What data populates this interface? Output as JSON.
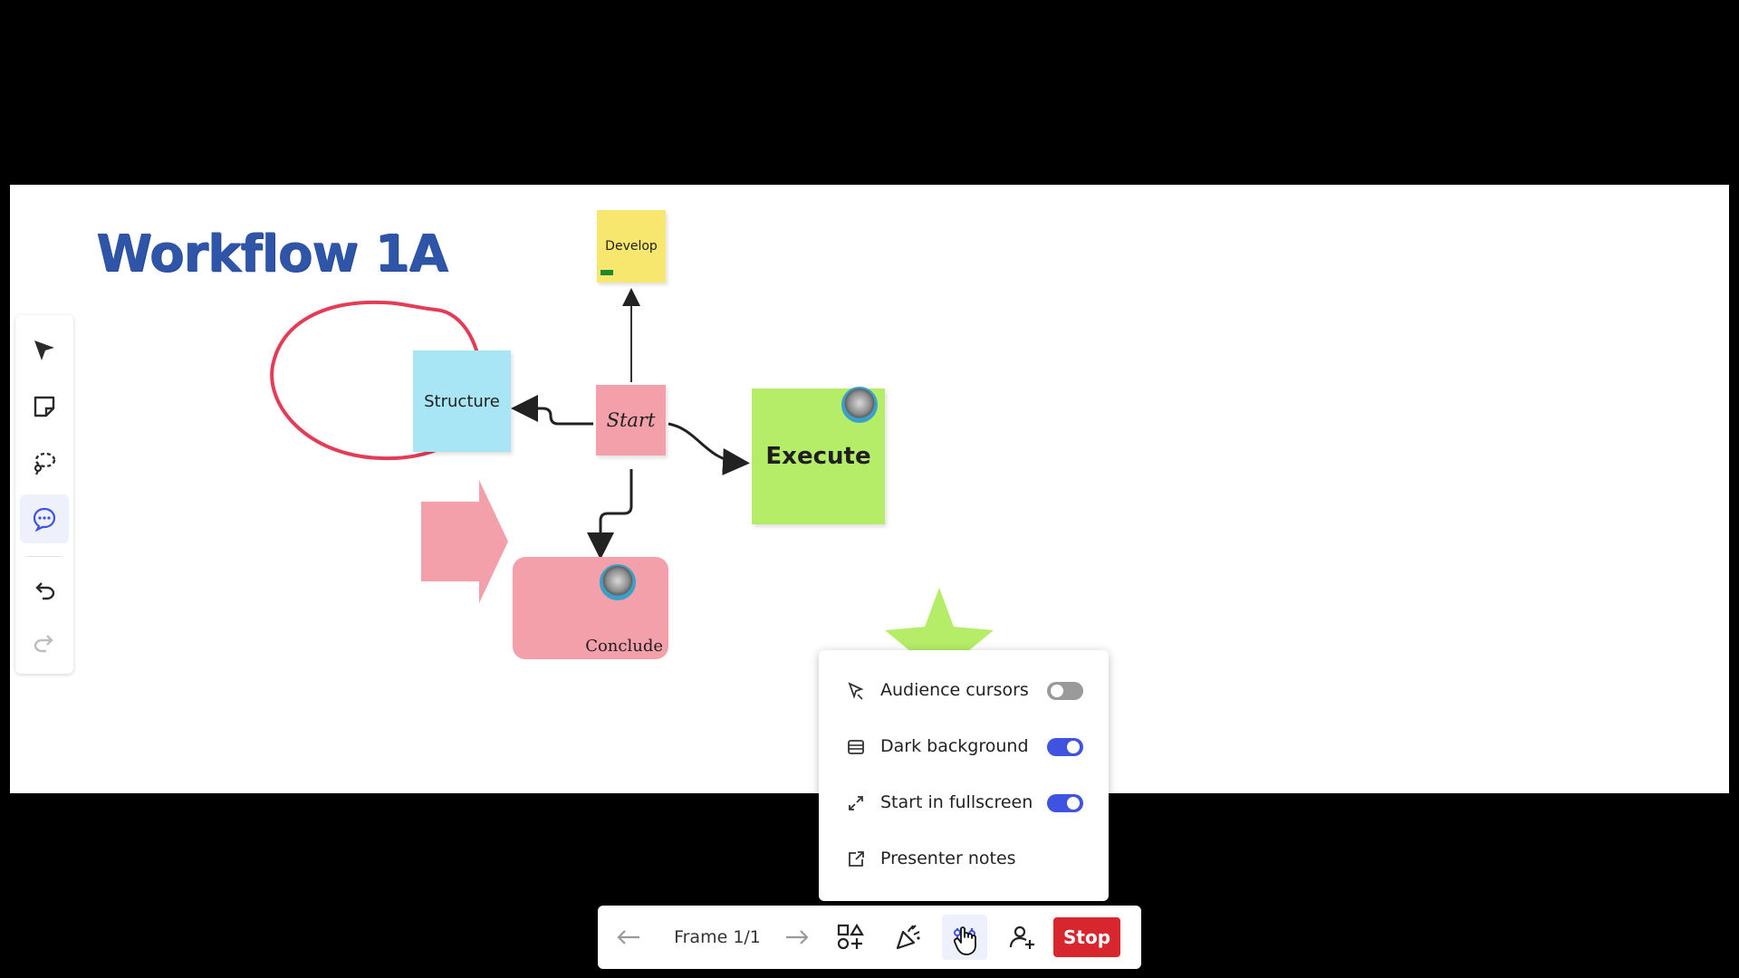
{
  "board": {
    "title": "Workflow 1A",
    "stickies": {
      "develop": "Develop",
      "structure": "Structure",
      "start": "Start",
      "execute": "Execute",
      "conclude": "Conclude"
    }
  },
  "left_toolbar": {
    "tools": [
      "select-icon",
      "sticky-note-icon",
      "lasso-icon",
      "comment-icon",
      "undo-icon",
      "redo-icon"
    ],
    "active_tool": "comment-icon"
  },
  "presentation_settings": {
    "items": [
      {
        "icon": "cursor-icon",
        "label": "Audience cursors",
        "toggle": "off"
      },
      {
        "icon": "background-icon",
        "label": "Dark background",
        "toggle": "on"
      },
      {
        "icon": "fullscreen-icon",
        "label": "Start in fullscreen",
        "toggle": "on"
      },
      {
        "icon": "notes-icon",
        "label": "Presenter notes"
      }
    ]
  },
  "bottom_bar": {
    "frame_label": "Frame 1/1",
    "stop_label": "Stop",
    "icons": [
      "arrow-left-icon",
      "arrow-right-icon",
      "shapes-icon",
      "reactions-icon",
      "settings-sliders-icon",
      "invite-user-icon"
    ]
  },
  "colors": {
    "accent": "#3f52e0",
    "stop": "#d7262e",
    "title": "#2f55a8",
    "sticky_pink": "#f4a0ab",
    "sticky_green": "#b5ec68",
    "sticky_blue": "#a9e6f5",
    "sticky_yellow": "#f7e76e"
  }
}
